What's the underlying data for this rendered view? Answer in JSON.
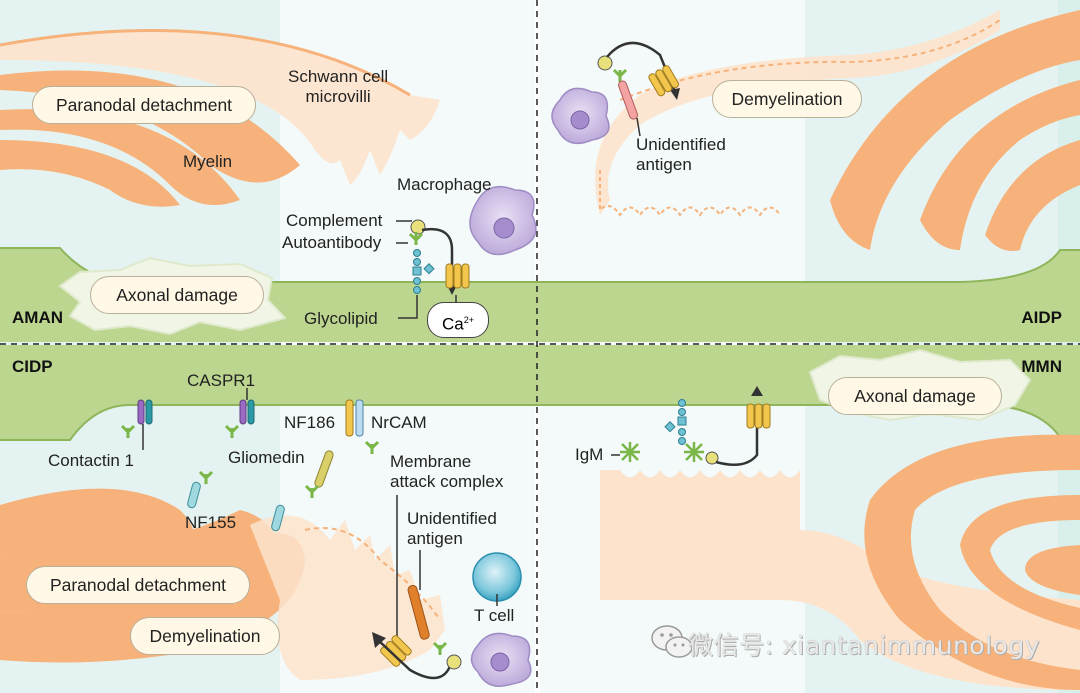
{
  "quadrant_tags": {
    "top_left": "AMAN",
    "top_right": "AIDP",
    "bottom_left": "CIDP",
    "bottom_right": "MMN"
  },
  "aman": {
    "paranodal_detachment": "Paranodal detachment",
    "schwann_cell_microvilli": "Schwann cell\nmicrovilli",
    "myelin": "Myelin",
    "macrophage": "Macrophage",
    "complement": "Complement",
    "autoantibody": "Autoantibody",
    "axonal_damage": "Axonal damage",
    "glycolipid": "Glycolipid",
    "calcium_base": "Ca",
    "calcium_charge": "2+"
  },
  "aidp": {
    "demyelination": "Demyelination",
    "unidentified_antigen": "Unidentified\nantigen"
  },
  "cidp": {
    "caspr1": "CASPR1",
    "contactin1": "Contactin 1",
    "nf186": "NF186",
    "nrcam": "NrCAM",
    "gliomedin": "Gliomedin",
    "membrane_attack_complex": "Membrane\nattack complex",
    "nf155": "NF155",
    "unidentified_antigen": "Unidentified\nantigen",
    "paranodal_detachment": "Paranodal detachment",
    "t_cell": "T cell",
    "demyelination": "Demyelination"
  },
  "mmn": {
    "igm": "IgM",
    "axonal_damage": "Axonal damage"
  },
  "watermark": "微信号: xiantanimmunology",
  "colors": {
    "myelin": "#f6b27a",
    "myelin_light": "#fde3cc",
    "axon": "#bcd690",
    "axon_edge": "#8fb55a",
    "node_bg": "#e7f5f3",
    "pill_fill": "#fff8e6",
    "macrophage": "#c7b6df",
    "tcell": "#4fb3cf",
    "channel": "#f2c54c"
  }
}
